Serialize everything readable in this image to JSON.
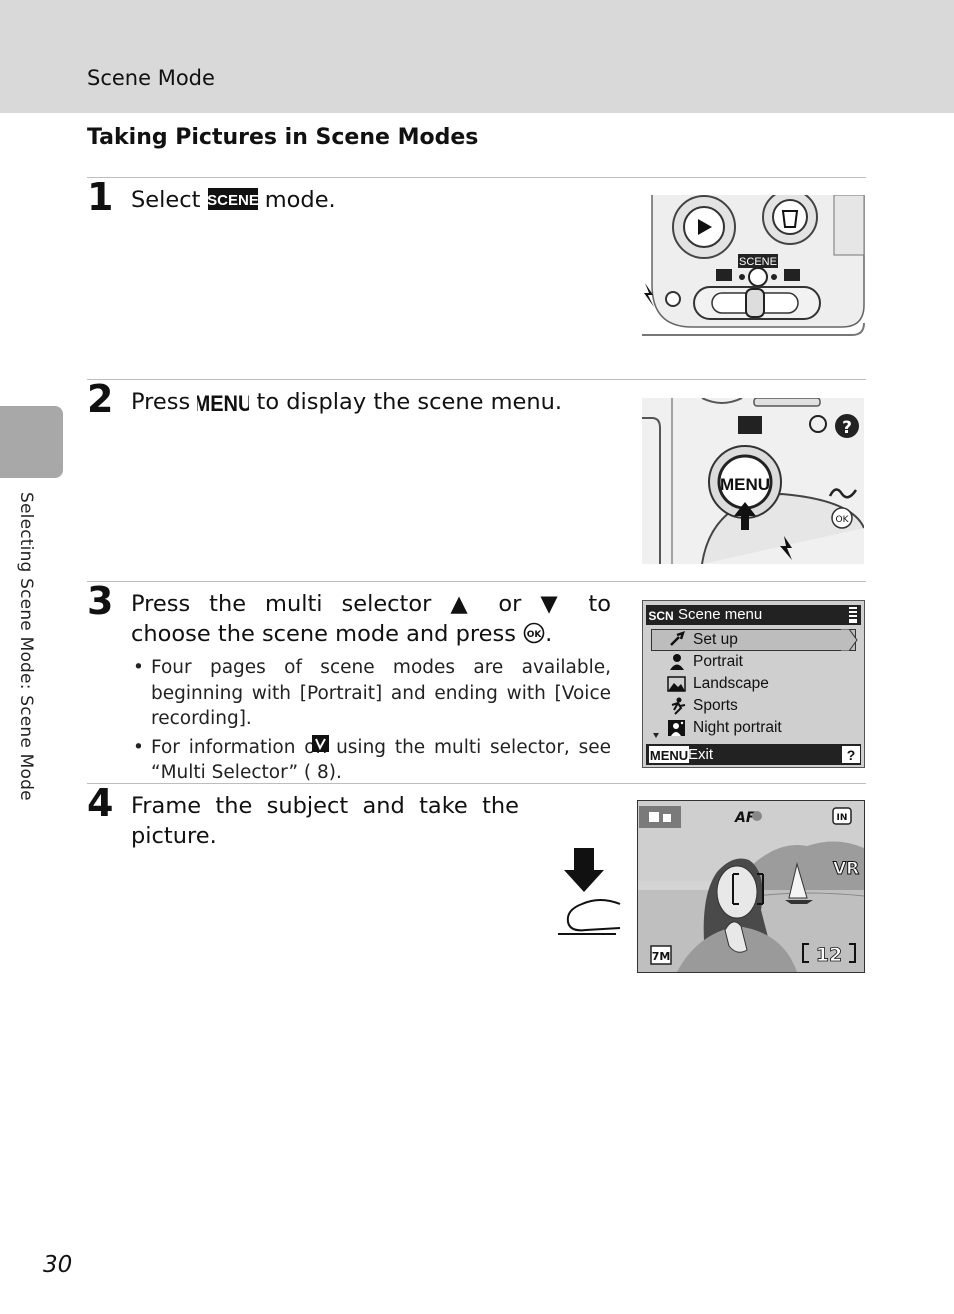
{
  "header": {
    "title": "Scene Mode"
  },
  "section_title": "Taking Pictures in Scene Modes",
  "steps": [
    {
      "number": "1",
      "text_before": "Select",
      "text_after": "mode.",
      "icon": "scene-icon"
    },
    {
      "number": "2",
      "text_before": "Press",
      "text_after": "to display the scene menu.",
      "icon": "menu-button-icon"
    },
    {
      "number": "3",
      "line1": "Press the multi selector ▲ or ▼ to",
      "line2_before": "choose the scene mode and press",
      "line2_after": ".",
      "bullets": [
        "Four pages of scene modes are available, beginning with [Portrait] and ending with [Voice recording].",
        "For information on using the multi selector, see “Multi Selector” ( 8)."
      ]
    },
    {
      "number": "4",
      "line1": "Frame the subject and take the",
      "line2": "picture."
    }
  ],
  "scene_menu": {
    "title": "Scene menu",
    "items": [
      "Set up",
      "Portrait",
      "Landscape",
      "Sports",
      "Night portrait"
    ],
    "footer": "Exit",
    "icons": [
      "setup-icon",
      "portrait-icon",
      "landscape-icon",
      "sports-icon",
      "night-portrait-icon"
    ]
  },
  "camera_labels": {
    "scene": "SCENE",
    "menu": "MENU",
    "ok": "OK"
  },
  "lcd": {
    "frames_remaining": "12",
    "image_size": "7M"
  },
  "side_tab_text": "Selecting Scene Mode: Scene Mode",
  "page_number": "30"
}
